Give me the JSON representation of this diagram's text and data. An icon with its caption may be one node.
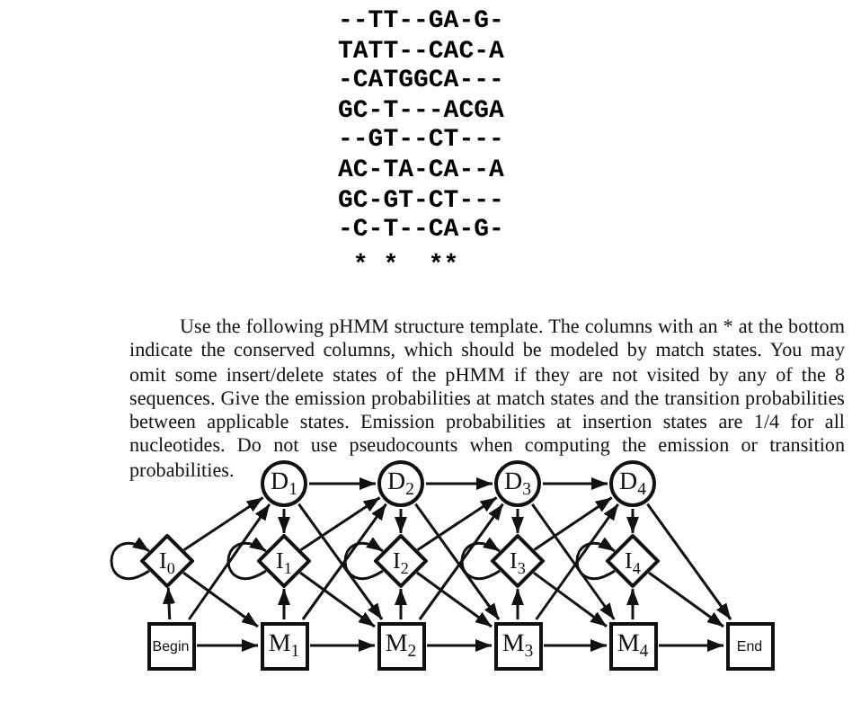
{
  "diagram": {
    "nodes": [
      {
        "text": [
          "D$_{1}$"
        ]
      },
      {
        "text": [
          "D$_{2}$"
        ]
      },
      {
        "text": [
          "D$_{3}$"
        ]
      },
      {
        "text": [
          "D$_{4}$"
        ]
      },
      {
        "text": [
          "I$_{0}$"
        ]
      },
      {
        "text": [
          "I$_{1}$"
        ]
      },
      {
        "text": [
          "I$_{2}$"
        ]
      },
      {
        "text": [
          "I$_{3}$"
        ]
      },
      {
        "text": [
          "I$_{4}$"
        ]
      },
      {
        "text": [
          "Begin"
        ]
      },
      {
        "text": [
          "M$_{1}$"
        ]
      },
      {
        "text": [
          "M$_{2}$"
        ]
      },
      {
        "text": [
          "M$_{3}$"
        ]
      },
      {
        "text": [
          "M$_{4}$"
        ]
      },
      {
        "text": [
          "End"
        ]
      }
    ],
    "edges": [
      {
        "from": 9,
        "to": 4,
        "arrow": "to"
      },
      {
        "from": 9,
        "to": 10,
        "arrow": "to"
      },
      {
        "from": 9,
        "to": 0,
        "arrow": "to"
      },
      {
        "from": 4,
        "to": 4,
        "arrow": "to"
      },
      {
        "from": 4,
        "to": 0,
        "arrow": "to"
      },
      {
        "from": 4,
        "to": 10,
        "arrow": "to"
      },
      {
        "from": 10,
        "to": 5,
        "arrow": "to"
      },
      {
        "from": 10,
        "to": 11,
        "arrow": "to"
      },
      {
        "from": 10,
        "to": 1,
        "arrow": "to"
      },
      {
        "from": 5,
        "to": 5,
        "arrow": "to"
      },
      {
        "from": 5,
        "to": 11,
        "arrow": "to"
      },
      {
        "from": 5,
        "to": 1,
        "arrow": "to"
      },
      {
        "from": 0,
        "to": 5,
        "arrow": "to"
      },
      {
        "from": 0,
        "to": 1,
        "arrow": "to"
      },
      {
        "from": 0,
        "to": 11,
        "arrow": "to"
      },
      {
        "from": 11,
        "to": 6,
        "arrow": "to"
      },
      {
        "from": 11,
        "to": 12,
        "arrow": "to"
      },
      {
        "from": 11,
        "to": 2,
        "arrow": "to"
      },
      {
        "from": 6,
        "to": 6,
        "arrow": "to"
      },
      {
        "from": 6,
        "to": 12,
        "arrow": "to"
      },
      {
        "from": 6,
        "to": 2,
        "arrow": "to"
      },
      {
        "from": 1,
        "to": 6,
        "arrow": "to"
      },
      {
        "from": 1,
        "to": 2,
        "arrow": "to"
      },
      {
        "from": 1,
        "to": 12,
        "arrow": "to"
      },
      {
        "from": 12,
        "to": 7,
        "arrow": "to"
      },
      {
        "from": 12,
        "to": 13,
        "arrow": "to"
      },
      {
        "from": 12,
        "to": 3,
        "arrow": "to"
      },
      {
        "from": 7,
        "to": 7,
        "arrow": "to"
      },
      {
        "from": 7,
        "to": 13,
        "arrow": "to"
      },
      {
        "from": 7,
        "to": 3,
        "arrow": "to"
      },
      {
        "from": 2,
        "to": 7,
        "arrow": "to"
      },
      {
        "from": 2,
        "to": 3,
        "arrow": "to"
      },
      {
        "from": 2,
        "to": 13,
        "arrow": "to"
      },
      {
        "from": 13,
        "to": 8,
        "arrow": "to"
      },
      {
        "from": 13,
        "to": 14,
        "arrow": "to"
      },
      {
        "from": 8,
        "to": 8,
        "arrow": "to"
      },
      {
        "from": 8,
        "to": 14,
        "arrow": "to"
      },
      {
        "from": 3,
        "to": 8,
        "arrow": "to"
      },
      {
        "from": 3,
        "to": 14,
        "arrow": "to"
      }
    ],
    "labels": [
      "--TT--GA-G-",
      "TATT--CAC-A",
      "-CATGGCA---",
      "GC-T---ACGA",
      "--GT--CT---",
      "AC-TA-CA--A",
      "GC-GT-CT---",
      "-C-T--CA-G-",
      "*",
      "*",
      "*",
      "*",
      "Use the following pHMM structure template. The columns with an * at the bottom indicate the conserved columns, which should be modeled by match states. You may omit some insert/delete states of the pHMM if they are not visited by any of the 8 sequences. Give the emission probabilities at match states and the transition probabilities between applicable states. Emission probabilities at insertion states are 1/4 for all nucleotides. Do not use pseudocounts when computing the emission or transition probabilities."
    ]
  }
}
